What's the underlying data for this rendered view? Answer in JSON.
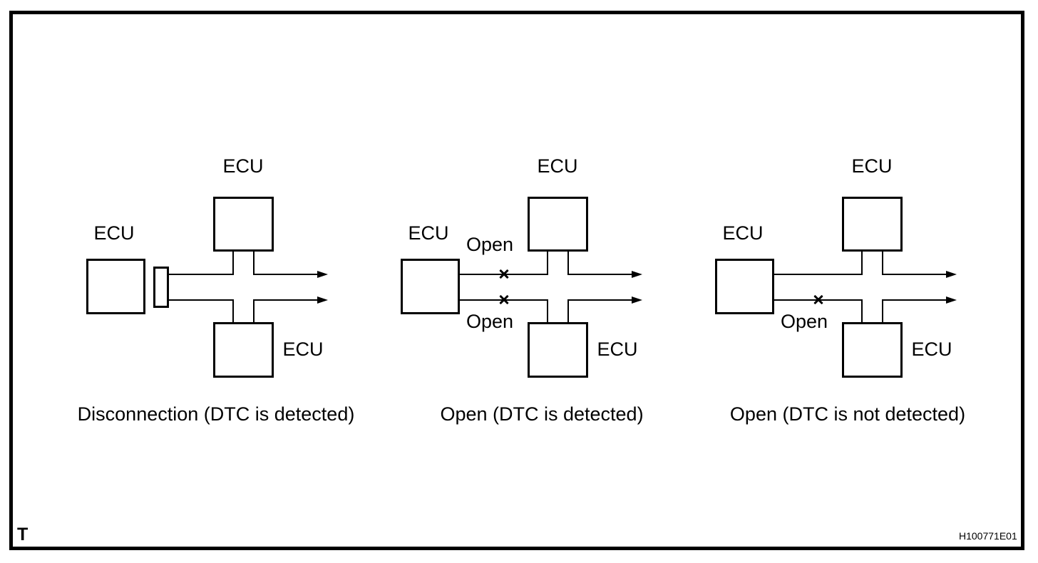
{
  "figure": {
    "corner_letter": "T",
    "figure_code": "H100771E01"
  },
  "colors": {
    "line": "#000000",
    "background": "#ffffff"
  },
  "diagrams": [
    {
      "caption": "Disconnection (DTC is detected)",
      "ecu_top": "ECU",
      "ecu_left": "ECU",
      "ecu_bottom": "ECU",
      "fault_shown": "connector disconnected from left ECU (gap between box and connector block)",
      "x_marks": []
    },
    {
      "caption": "Open (DTC is detected)",
      "ecu_top": "ECU",
      "ecu_left": "ECU",
      "ecu_bottom": "ECU",
      "open_upper": "Open",
      "open_lower": "Open",
      "fault_shown": "open circuit (x mark) on both bus wires",
      "x_marks": [
        "upper-wire",
        "lower-wire"
      ]
    },
    {
      "caption": "Open (DTC is not detected)",
      "ecu_top": "ECU",
      "ecu_left": "ECU",
      "ecu_bottom": "ECU",
      "open_lower": "Open",
      "fault_shown": "open circuit (x mark) on lower bus wire only",
      "x_marks": [
        "lower-wire"
      ]
    }
  ]
}
